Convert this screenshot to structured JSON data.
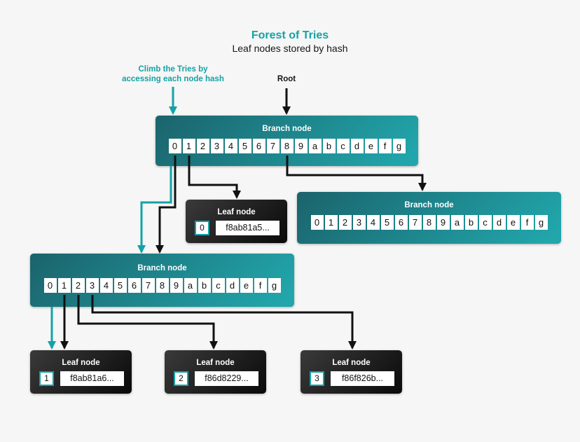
{
  "title": "Forest of Tries",
  "subtitle": "Leaf nodes stored by hash",
  "annotations": {
    "climb_line1": "Climb the Tries by",
    "climb_line2": "accessing each node hash",
    "root_label": "Root"
  },
  "colors": {
    "accent_teal": "#14a2a8",
    "line_black": "#111111",
    "background": "#f5f6f5",
    "branch_gradient_start": "#1b636c",
    "branch_gradient_end": "#21a6ab",
    "leaf_gradient_start": "#3a3a3a",
    "leaf_gradient_end": "#0a0a0a"
  },
  "hex_digits": [
    "0",
    "1",
    "2",
    "3",
    "4",
    "5",
    "6",
    "7",
    "8",
    "9",
    "a",
    "b",
    "c",
    "d",
    "e",
    "f",
    "g"
  ],
  "nodes": {
    "top_branch": {
      "label": "Branch node"
    },
    "right_branch": {
      "label": "Branch node"
    },
    "mid_branch": {
      "label": "Branch node"
    },
    "leaf0": {
      "label": "Leaf node",
      "index": "0",
      "hash": "f8ab81a5..."
    },
    "leaf1": {
      "label": "Leaf node",
      "index": "1",
      "hash": "f8ab81a6..."
    },
    "leaf2": {
      "label": "Leaf node",
      "index": "2",
      "hash": "f86d8229..."
    },
    "leaf3": {
      "label": "Leaf node",
      "index": "3",
      "hash": "f86f826b..."
    }
  }
}
